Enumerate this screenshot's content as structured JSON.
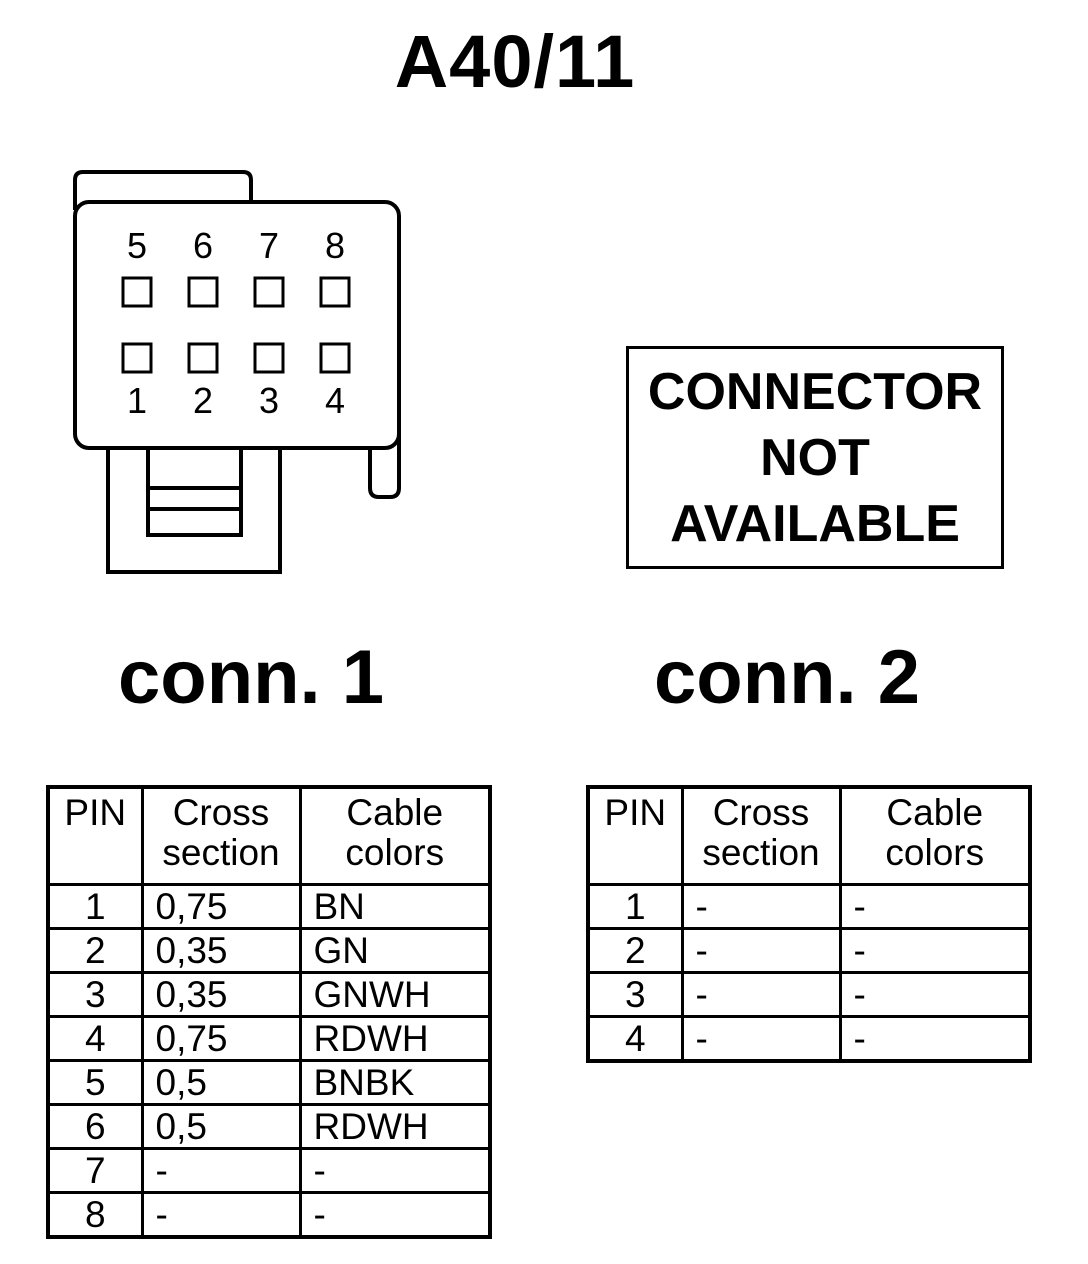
{
  "title": "A40/11",
  "connector1": {
    "label": "conn. 1",
    "top_row_pins": [
      "5",
      "6",
      "7",
      "8"
    ],
    "bottom_row_pins": [
      "1",
      "2",
      "3",
      "4"
    ]
  },
  "connector2": {
    "label": "conn. 2",
    "not_available_lines": [
      "CONNECTOR",
      "NOT",
      "AVAILABLE"
    ]
  },
  "table_headers": {
    "pin": "PIN",
    "cross_section": [
      "Cross",
      "section"
    ],
    "cable_colors": [
      "Cable",
      "colors"
    ]
  },
  "table1_rows": [
    {
      "pin": "1",
      "cross_section": "0,75",
      "color": "BN"
    },
    {
      "pin": "2",
      "cross_section": "0,35",
      "color": "GN"
    },
    {
      "pin": "3",
      "cross_section": "0,35",
      "color": "GNWH"
    },
    {
      "pin": "4",
      "cross_section": "0,75",
      "color": "RDWH"
    },
    {
      "pin": "5",
      "cross_section": "0,5",
      "color": "BNBK"
    },
    {
      "pin": "6",
      "cross_section": "0,5",
      "color": "RDWH"
    },
    {
      "pin": "7",
      "cross_section": "-",
      "color": "-"
    },
    {
      "pin": "8",
      "cross_section": "-",
      "color": "-"
    }
  ],
  "table2_rows": [
    {
      "pin": "1",
      "cross_section": "-",
      "color": "-"
    },
    {
      "pin": "2",
      "cross_section": "-",
      "color": "-"
    },
    {
      "pin": "3",
      "cross_section": "-",
      "color": "-"
    },
    {
      "pin": "4",
      "cross_section": "-",
      "color": "-"
    }
  ]
}
